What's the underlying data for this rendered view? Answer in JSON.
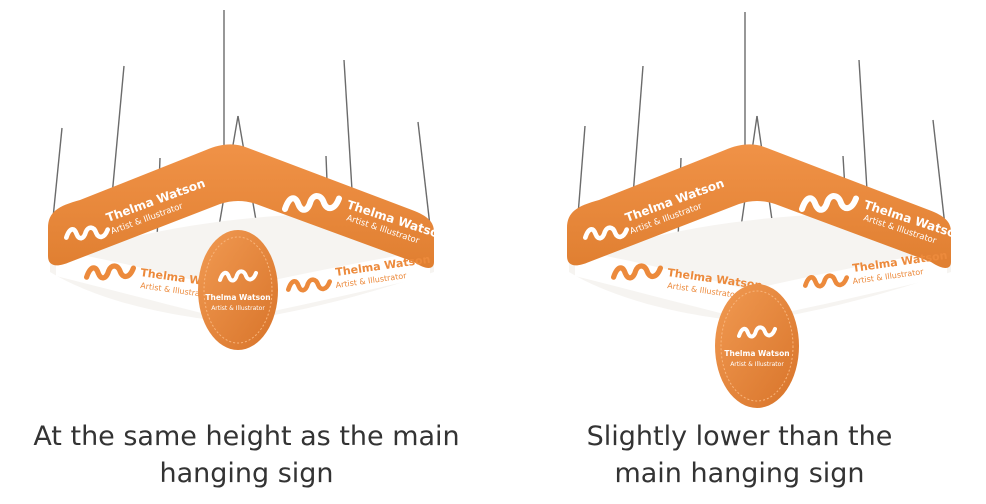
{
  "colors": {
    "banner": "#ec8a3c",
    "banner_dark": "#d9772c",
    "banner_inner": "#f6f4f1",
    "wire": "#6b6b6b",
    "caption": "#333333"
  },
  "brand": {
    "name": "Thelma Watson",
    "subtitle": "Artist & Illustrator",
    "logo_icon": "wave-logo-icon"
  },
  "panels": [
    {
      "caption_lines": [
        "At the same height as the main",
        "hanging sign"
      ]
    },
    {
      "caption_lines": [
        "Slightly lower than the",
        "main hanging sign"
      ]
    }
  ]
}
